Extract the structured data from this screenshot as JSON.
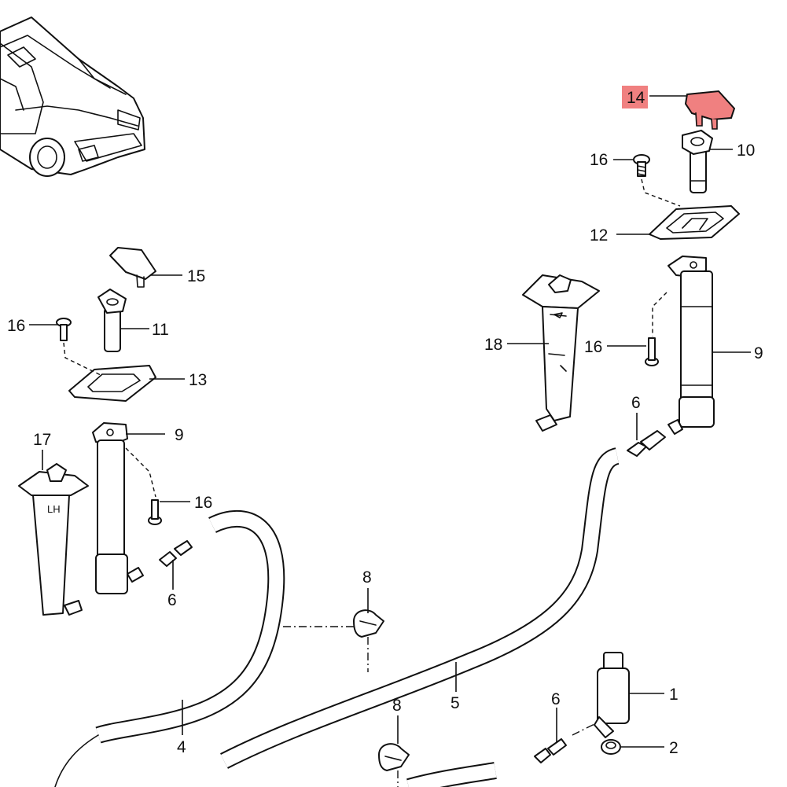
{
  "highlight_color": "#f08080",
  "labels": {
    "p1": "1",
    "p2": "2",
    "p4": "4",
    "p5": "5",
    "p6a": "6",
    "p6b": "6",
    "p6c": "6",
    "p8a": "8",
    "p8b": "8",
    "p9a": "9",
    "p9b": "9",
    "p10": "10",
    "p11": "11",
    "p12": "12",
    "p13": "13",
    "p14": "14",
    "p15": "15",
    "p16a": "16",
    "p16b": "16",
    "p16c": "16",
    "p16d": "16",
    "p17": "17",
    "p18": "18",
    "lh": "LH"
  }
}
